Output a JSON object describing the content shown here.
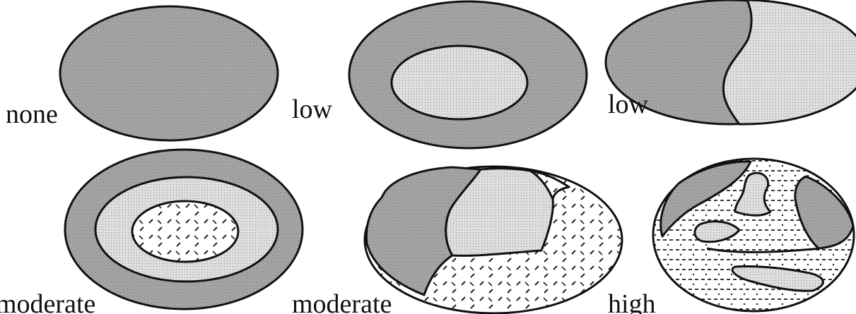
{
  "labels": {
    "panel1": "none",
    "panel2": "low",
    "panel3": "low",
    "panel4": "moderate",
    "panel5": "moderate",
    "panel6": "high"
  },
  "colors": {
    "dark_stipple": "#9c9c9c",
    "light_stipple": "#cfcfcf",
    "outline": "#111111",
    "background": "#ffffff"
  },
  "textures": [
    "dark-stipple",
    "light-stipple",
    "dash-pattern",
    "dot-dash-pattern"
  ]
}
